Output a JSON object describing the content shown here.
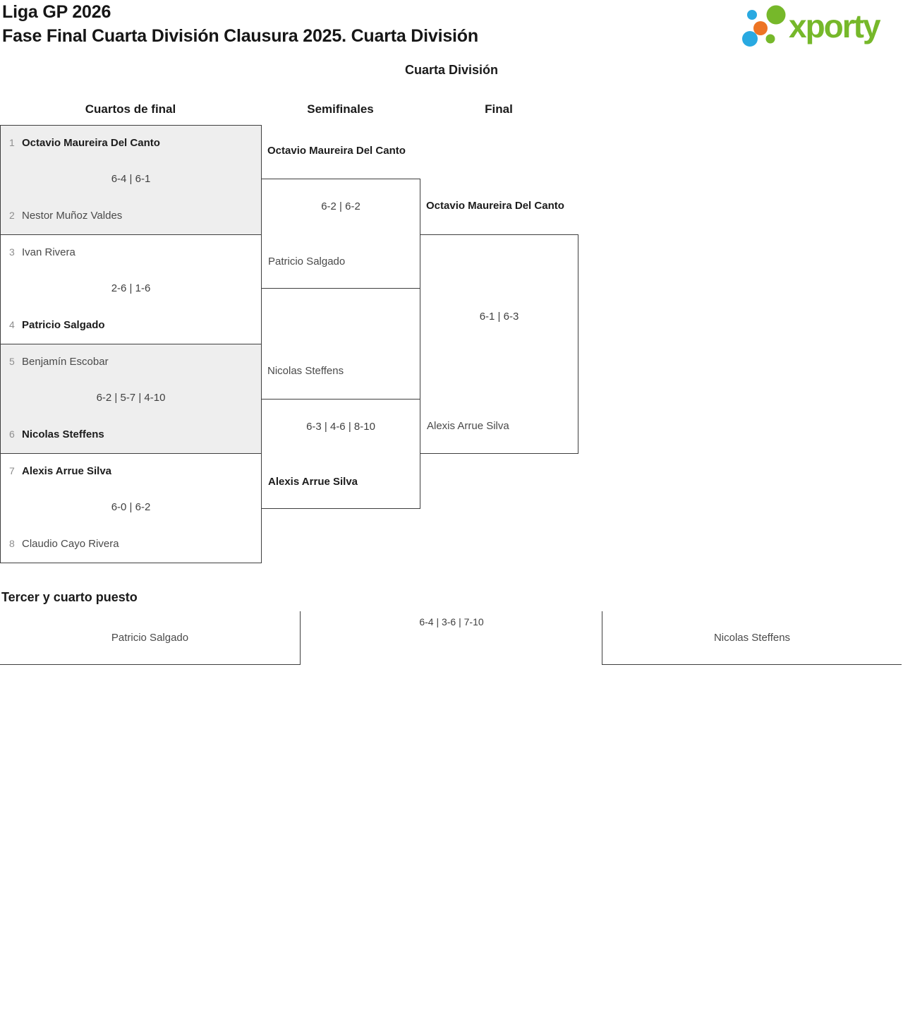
{
  "header": {
    "title_line1": "Liga GP 2026",
    "title_line2": "Fase Final Cuarta División Clausura 2025. Cuarta División",
    "logo_text": "xporty"
  },
  "subtitle": "Cuarta División",
  "columns": {
    "quarterfinals": "Cuartos de final",
    "semifinals": "Semifinales",
    "final": "Final"
  },
  "quarterfinals": [
    {
      "seed1": "1",
      "player1": "Octavio Maureira Del Canto",
      "winner1": true,
      "score": "6-4 | 6-1",
      "seed2": "2",
      "player2": "Nestor Muñoz Valdes",
      "winner2": false
    },
    {
      "seed1": "3",
      "player1": "Ivan Rivera",
      "winner1": false,
      "score": "2-6 | 1-6",
      "seed2": "4",
      "player2": "Patricio Salgado",
      "winner2": true
    },
    {
      "seed1": "5",
      "player1": "Benjamín Escobar",
      "winner1": false,
      "score": "6-2 | 5-7 | 4-10",
      "seed2": "6",
      "player2": "Nicolas Steffens",
      "winner2": true
    },
    {
      "seed1": "7",
      "player1": "Alexis Arrue Silva",
      "winner1": true,
      "score": "6-0 | 6-2",
      "seed2": "8",
      "player2": "Claudio Cayo Rivera",
      "winner2": false
    }
  ],
  "semifinals": [
    {
      "player1": "Octavio Maureira Del Canto",
      "winner1": true,
      "score": "6-2 | 6-2",
      "player2": "Patricio Salgado",
      "winner2": false
    },
    {
      "player1": "Nicolas Steffens",
      "winner1": false,
      "score": "6-3 | 4-6 | 8-10",
      "player2": "Alexis Arrue Silva",
      "winner2": true
    }
  ],
  "final": {
    "player1": "Octavio Maureira Del Canto",
    "winner1": true,
    "score": "6-1 | 6-3",
    "player2": "Alexis Arrue Silva",
    "winner2": false
  },
  "third_place": {
    "heading": "Tercer y cuarto puesto",
    "player1": "Patricio Salgado",
    "score": "6-4 | 3-6 | 7-10",
    "player2": "Nicolas Steffens"
  },
  "colors": {
    "logo_green": "#76b82a",
    "logo_blue": "#29a9e1",
    "logo_orange": "#ed7423",
    "shaded_box": "#eeeeee",
    "border": "#3e3e3e"
  }
}
